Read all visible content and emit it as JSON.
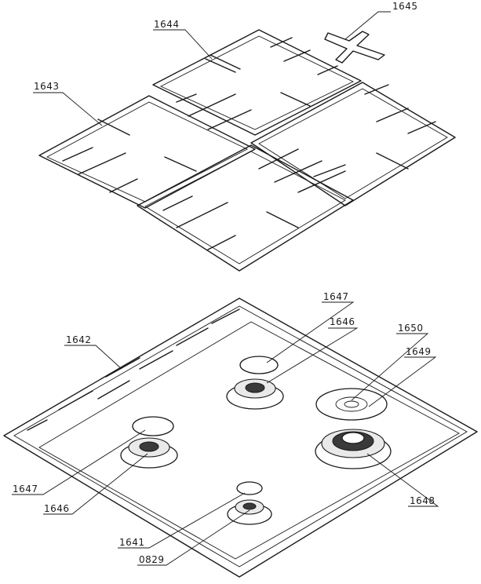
{
  "callouts": [
    {
      "id": "c1645",
      "text": "1645"
    },
    {
      "id": "c1644",
      "text": "1644"
    },
    {
      "id": "c1643",
      "text": "1643"
    },
    {
      "id": "c1647a",
      "text": "1647"
    },
    {
      "id": "c1646a",
      "text": "1646"
    },
    {
      "id": "c1650",
      "text": "1650"
    },
    {
      "id": "c1649",
      "text": "1649"
    },
    {
      "id": "c1642",
      "text": "1642"
    },
    {
      "id": "c1647b",
      "text": "1647"
    },
    {
      "id": "c1646b",
      "text": "1646"
    },
    {
      "id": "c1648",
      "text": "1648"
    },
    {
      "id": "c1641",
      "text": "1641"
    },
    {
      "id": "c0829",
      "text": "0829"
    }
  ]
}
